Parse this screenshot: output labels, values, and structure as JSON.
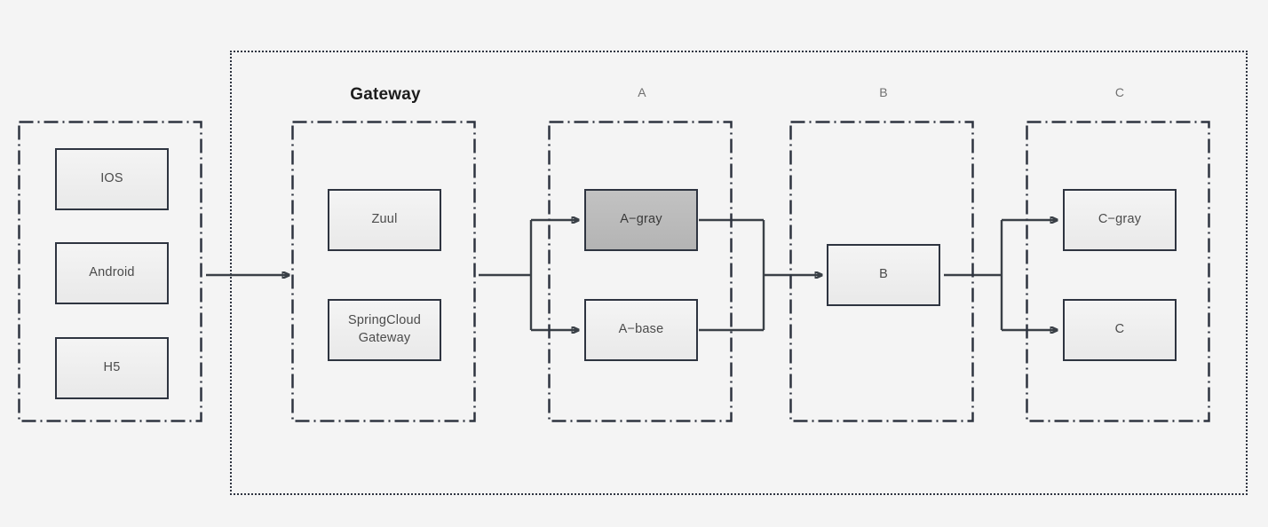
{
  "diagram": {
    "background_color": "#f4f4f4",
    "line_color": "#3a4047",
    "border_color": "#2e3440",
    "node_fill": "#efefef",
    "highlight_fill": "#b8b8b8",
    "label_color": "#707070"
  },
  "groups": {
    "client": {
      "label": "",
      "nodes": [
        {
          "label": "IOS"
        },
        {
          "label": "Android"
        },
        {
          "label": "H5"
        }
      ]
    },
    "gateway": {
      "label": "Gateway",
      "nodes": [
        {
          "label": "Zuul"
        },
        {
          "label": "SpringCloud\nGateway",
          "line1": "SpringCloud",
          "line2": "Gateway"
        }
      ]
    },
    "service_a": {
      "label": "A",
      "nodes": [
        {
          "label": "A−gray",
          "highlighted": true
        },
        {
          "label": "A−base",
          "highlighted": false
        }
      ]
    },
    "service_b": {
      "label": "B",
      "nodes": [
        {
          "label": "B",
          "highlighted": false
        }
      ]
    },
    "service_c": {
      "label": "C",
      "nodes": [
        {
          "label": "C−gray",
          "highlighted": false
        },
        {
          "label": "C",
          "highlighted": false
        }
      ]
    }
  }
}
